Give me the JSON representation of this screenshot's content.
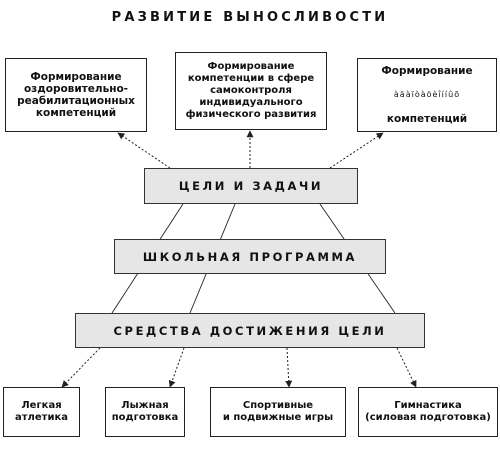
{
  "title": "РАЗВИТИЕ ВЫНОСЛИВОСТИ",
  "top_boxes": [
    {
      "text": "Формирование\nоздоровительно-\nреабилитационных\nкомпетенций"
    },
    {
      "text": "Формирование\nкомпетенции в сфере\nсамоконтроля\nиндивидуального\nфизического развития"
    },
    {
      "text": "Формирование",
      "garbled": "àäàïòàöèîííûõ",
      "tail": "компетенций"
    }
  ],
  "bands": {
    "goals": "ЦЕЛИ И ЗАДАЧИ",
    "program": "ШКОЛЬНАЯ ПРОГРАММА",
    "means": "СРЕДСТВА ДОСТИЖЕНИЯ ЦЕЛИ"
  },
  "bottom_boxes": [
    {
      "text": "Легкая\nатлетика"
    },
    {
      "text": "Лыжная\nподготовка"
    },
    {
      "text": "Спортивные\nи подвижные игры"
    },
    {
      "text": "Гимнастика\n(силовая подготовка)"
    }
  ]
}
